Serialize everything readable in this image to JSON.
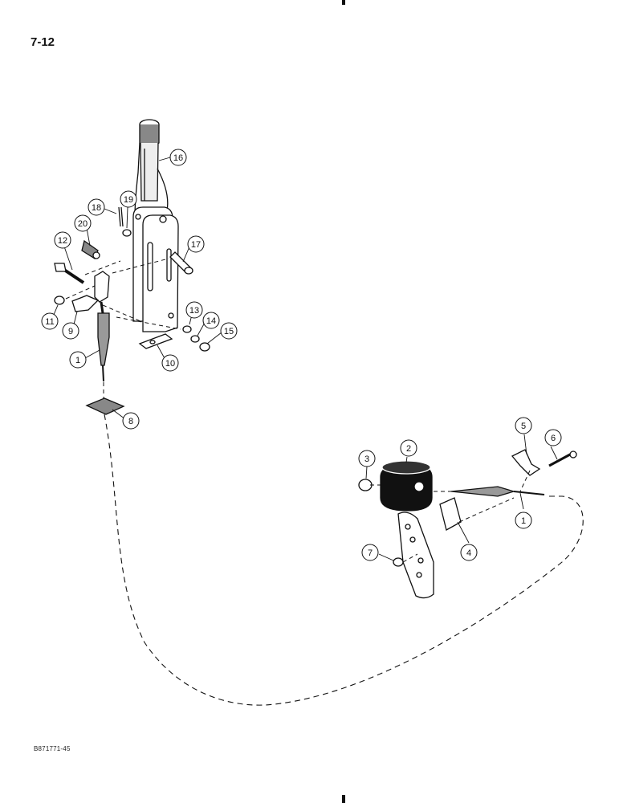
{
  "page": {
    "number": "7-12",
    "doc_code": "B871771-45"
  },
  "callouts": [
    "16",
    "18",
    "19",
    "20",
    "12",
    "17",
    "11",
    "9",
    "1",
    "10",
    "13",
    "14",
    "15",
    "8",
    "3",
    "2",
    "5",
    "6",
    "1",
    "4",
    "7"
  ],
  "colors": {
    "ink": "#111111",
    "paper": "#ffffff"
  }
}
